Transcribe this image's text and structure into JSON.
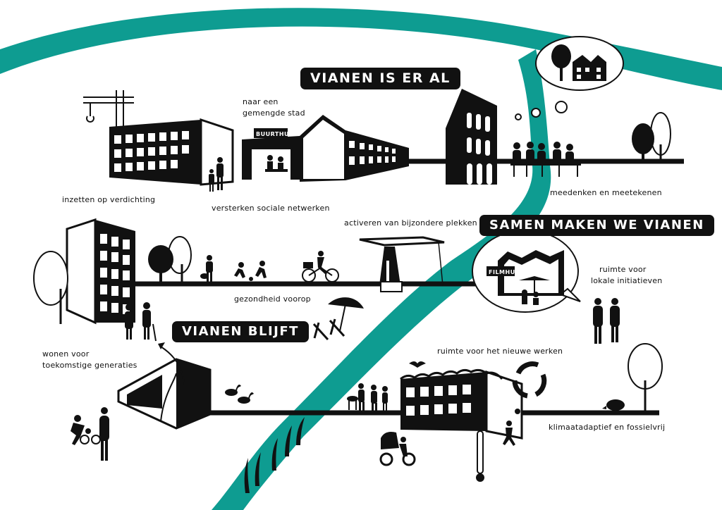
{
  "banners": {
    "top": "VIANEN IS ER AL",
    "middle": "SAMEN MAKEN WE VIANEN",
    "bottom": "VIANEN BLIJFT"
  },
  "labels": {
    "verdichting": "inzetten op verdichting",
    "gemengd_line1": "naar een",
    "gemengd_line2": "gemengde stad",
    "netwerken": "versterken sociale netwerken",
    "meedenken": "meedenken en meetekenen",
    "plekken": "activeren van bijzondere plekken",
    "gezondheid": "gezondheid voorop",
    "initiatieven_line1": "ruimte voor",
    "initiatieven_line2": "lokale initiatieven",
    "wonen_line1": "wonen voor",
    "wonen_line2": "toekomstige generaties",
    "werken": "ruimte voor het nieuwe werken",
    "klimaat": "klimaatadaptief en fossielvrij"
  },
  "signs": {
    "buurthub": "BUURTHUB",
    "filmhuis": "FILMHUIS"
  },
  "colors": {
    "river": "#0e9c91",
    "ink": "#111111",
    "paper": "#ffffff"
  }
}
